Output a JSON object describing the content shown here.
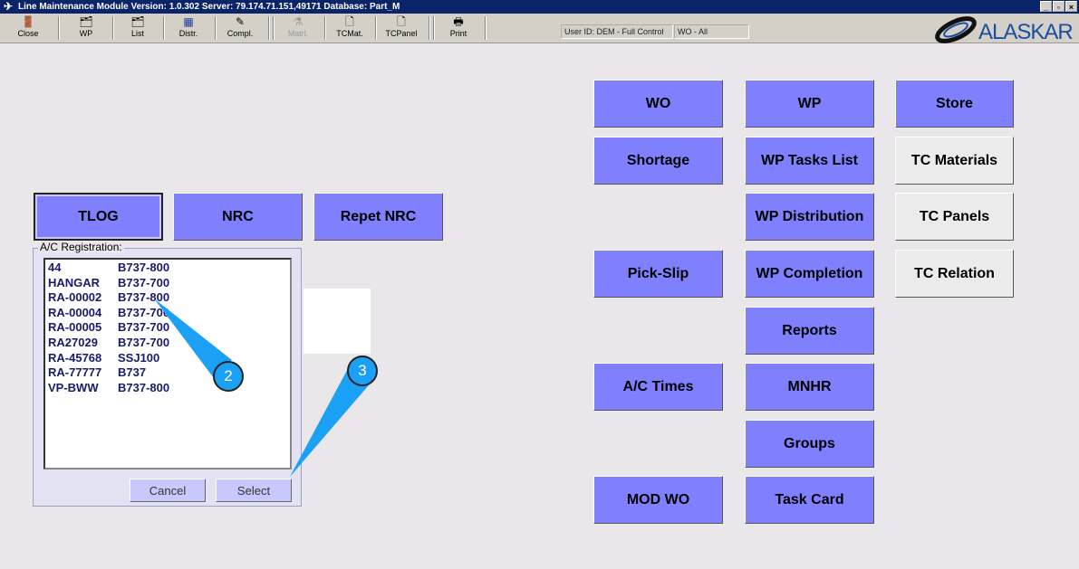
{
  "title": "Line Maintenance Module  Version: 1.0.302 Server: 79.174.71.151,49171 Database: Part_M",
  "window_buttons": [
    "_",
    "▫",
    "×"
  ],
  "toolbar": [
    {
      "label": "Close",
      "icon": "door-icon",
      "glyph": "🚪"
    },
    {
      "label": "WP",
      "icon": "printer-folder-icon",
      "glyph": "🗂"
    },
    {
      "label": "List",
      "icon": "list-folder-icon",
      "glyph": "🗂"
    },
    {
      "label": "Distr.",
      "icon": "distribution-icon",
      "glyph": "▦"
    },
    {
      "label": "Compl.",
      "icon": "completion-icon",
      "glyph": "✎"
    },
    {
      "label": "Matrl.",
      "icon": "flask-icon",
      "glyph": "⚗"
    },
    {
      "label": "TCMat.",
      "icon": "document-icon",
      "glyph": "🗋"
    },
    {
      "label": "TCPanel",
      "icon": "document-icon",
      "glyph": "🗋"
    },
    {
      "label": "Print",
      "icon": "printer-icon",
      "glyph": "🖶"
    }
  ],
  "user_field": "User ID: DEM - Full Control",
  "wo_field": "WO - All",
  "logo": "ALASKAR",
  "left_buttons": [
    "TLOG",
    "NRC",
    "Repet NRC"
  ],
  "panel": {
    "label": "A/C Registration:",
    "rows": [
      [
        "44",
        "B737-800"
      ],
      [
        "HANGAR",
        "B737-700"
      ],
      [
        "RA-00002",
        "B737-800"
      ],
      [
        "RA-00004",
        "B737-700"
      ],
      [
        "RA-00005",
        "B737-700"
      ],
      [
        "RA27029",
        "B737-700"
      ],
      [
        "RA-45768",
        "SSJ100"
      ],
      [
        "RA-77777",
        "B737"
      ],
      [
        "VP-BWW",
        "B737-800"
      ]
    ],
    "cancel": "Cancel",
    "select": "Select"
  },
  "col1": [
    "WO",
    "Shortage",
    "Pick-Slip",
    "A/C Times",
    "MOD WO"
  ],
  "col2": [
    "WP",
    "WP Tasks List",
    "WP Distribution",
    "WP Completion",
    "Reports",
    "MNHR",
    "Groups",
    "Task Card"
  ],
  "col3": [
    "Store",
    "TC Materials",
    "TC Panels",
    "TC Relation"
  ],
  "callouts": [
    "2",
    "3"
  ]
}
